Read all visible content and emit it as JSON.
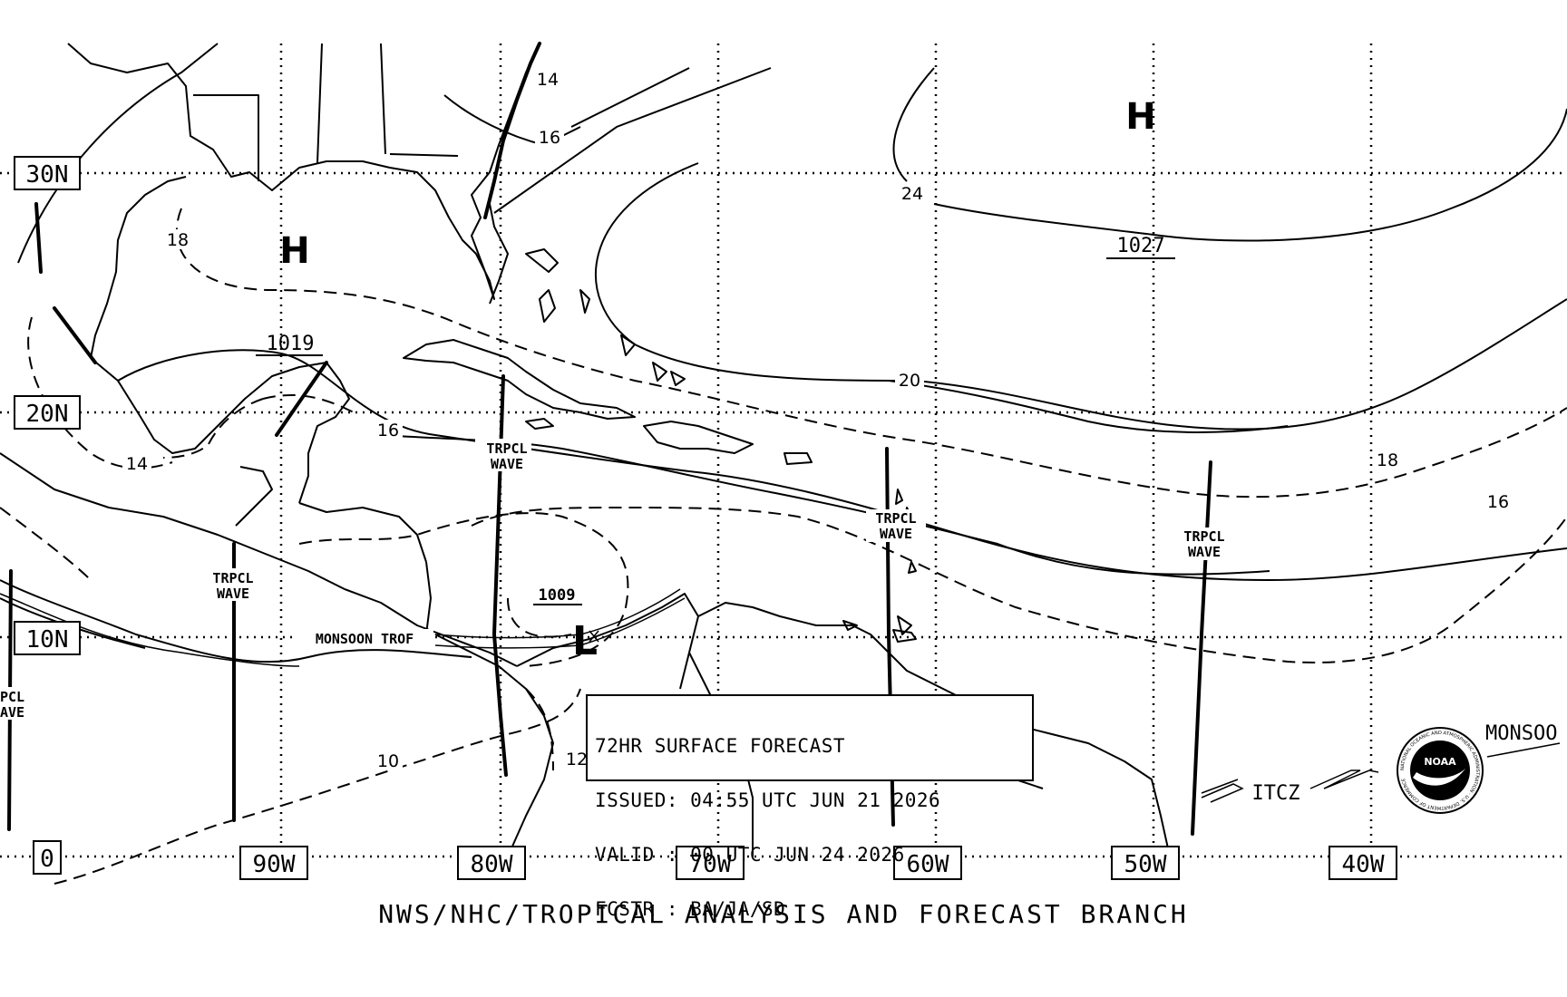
{
  "title": "72HR SURFACE FORECAST",
  "issued": "ISSUED: 04:55 UTC JUN 21 2026",
  "valid": "VALID : 00 UTC JUN 24 2026",
  "forecaster": "FCSTR : BA/JA/SD",
  "footer": "NWS/NHC/TROPICAL ANALYSIS AND FORECAST BRANCH",
  "grid": {
    "lat_labels": [
      "30N",
      "20N",
      "10N",
      "0"
    ],
    "lon_labels": [
      "90W",
      "80W",
      "70W",
      "60W",
      "50W",
      "40W"
    ]
  },
  "pressure_centers": [
    {
      "type": "H",
      "value": "1019"
    },
    {
      "type": "H",
      "value": "1027"
    },
    {
      "type": "L",
      "value": "1009"
    }
  ],
  "isobar_labels": [
    "14",
    "16",
    "18",
    "24",
    "20",
    "16",
    "14",
    "18",
    "16",
    "10",
    "12"
  ],
  "features": {
    "wave_line1": "TRPCL",
    "wave_line2": "WAVE",
    "edge_wave_line1": "PCL",
    "edge_wave_line2": "AVE",
    "monsoon_trof": "MONSOON TROF",
    "itcz": "ITCZ",
    "monsoon_edge": "MONSOO"
  },
  "logo": {
    "text": "NOAA",
    "ring_text": "NATIONAL OCEANIC AND ATMOSPHERIC ADMINISTRATION · U.S. DEPARTMENT OF COMMERCE"
  }
}
